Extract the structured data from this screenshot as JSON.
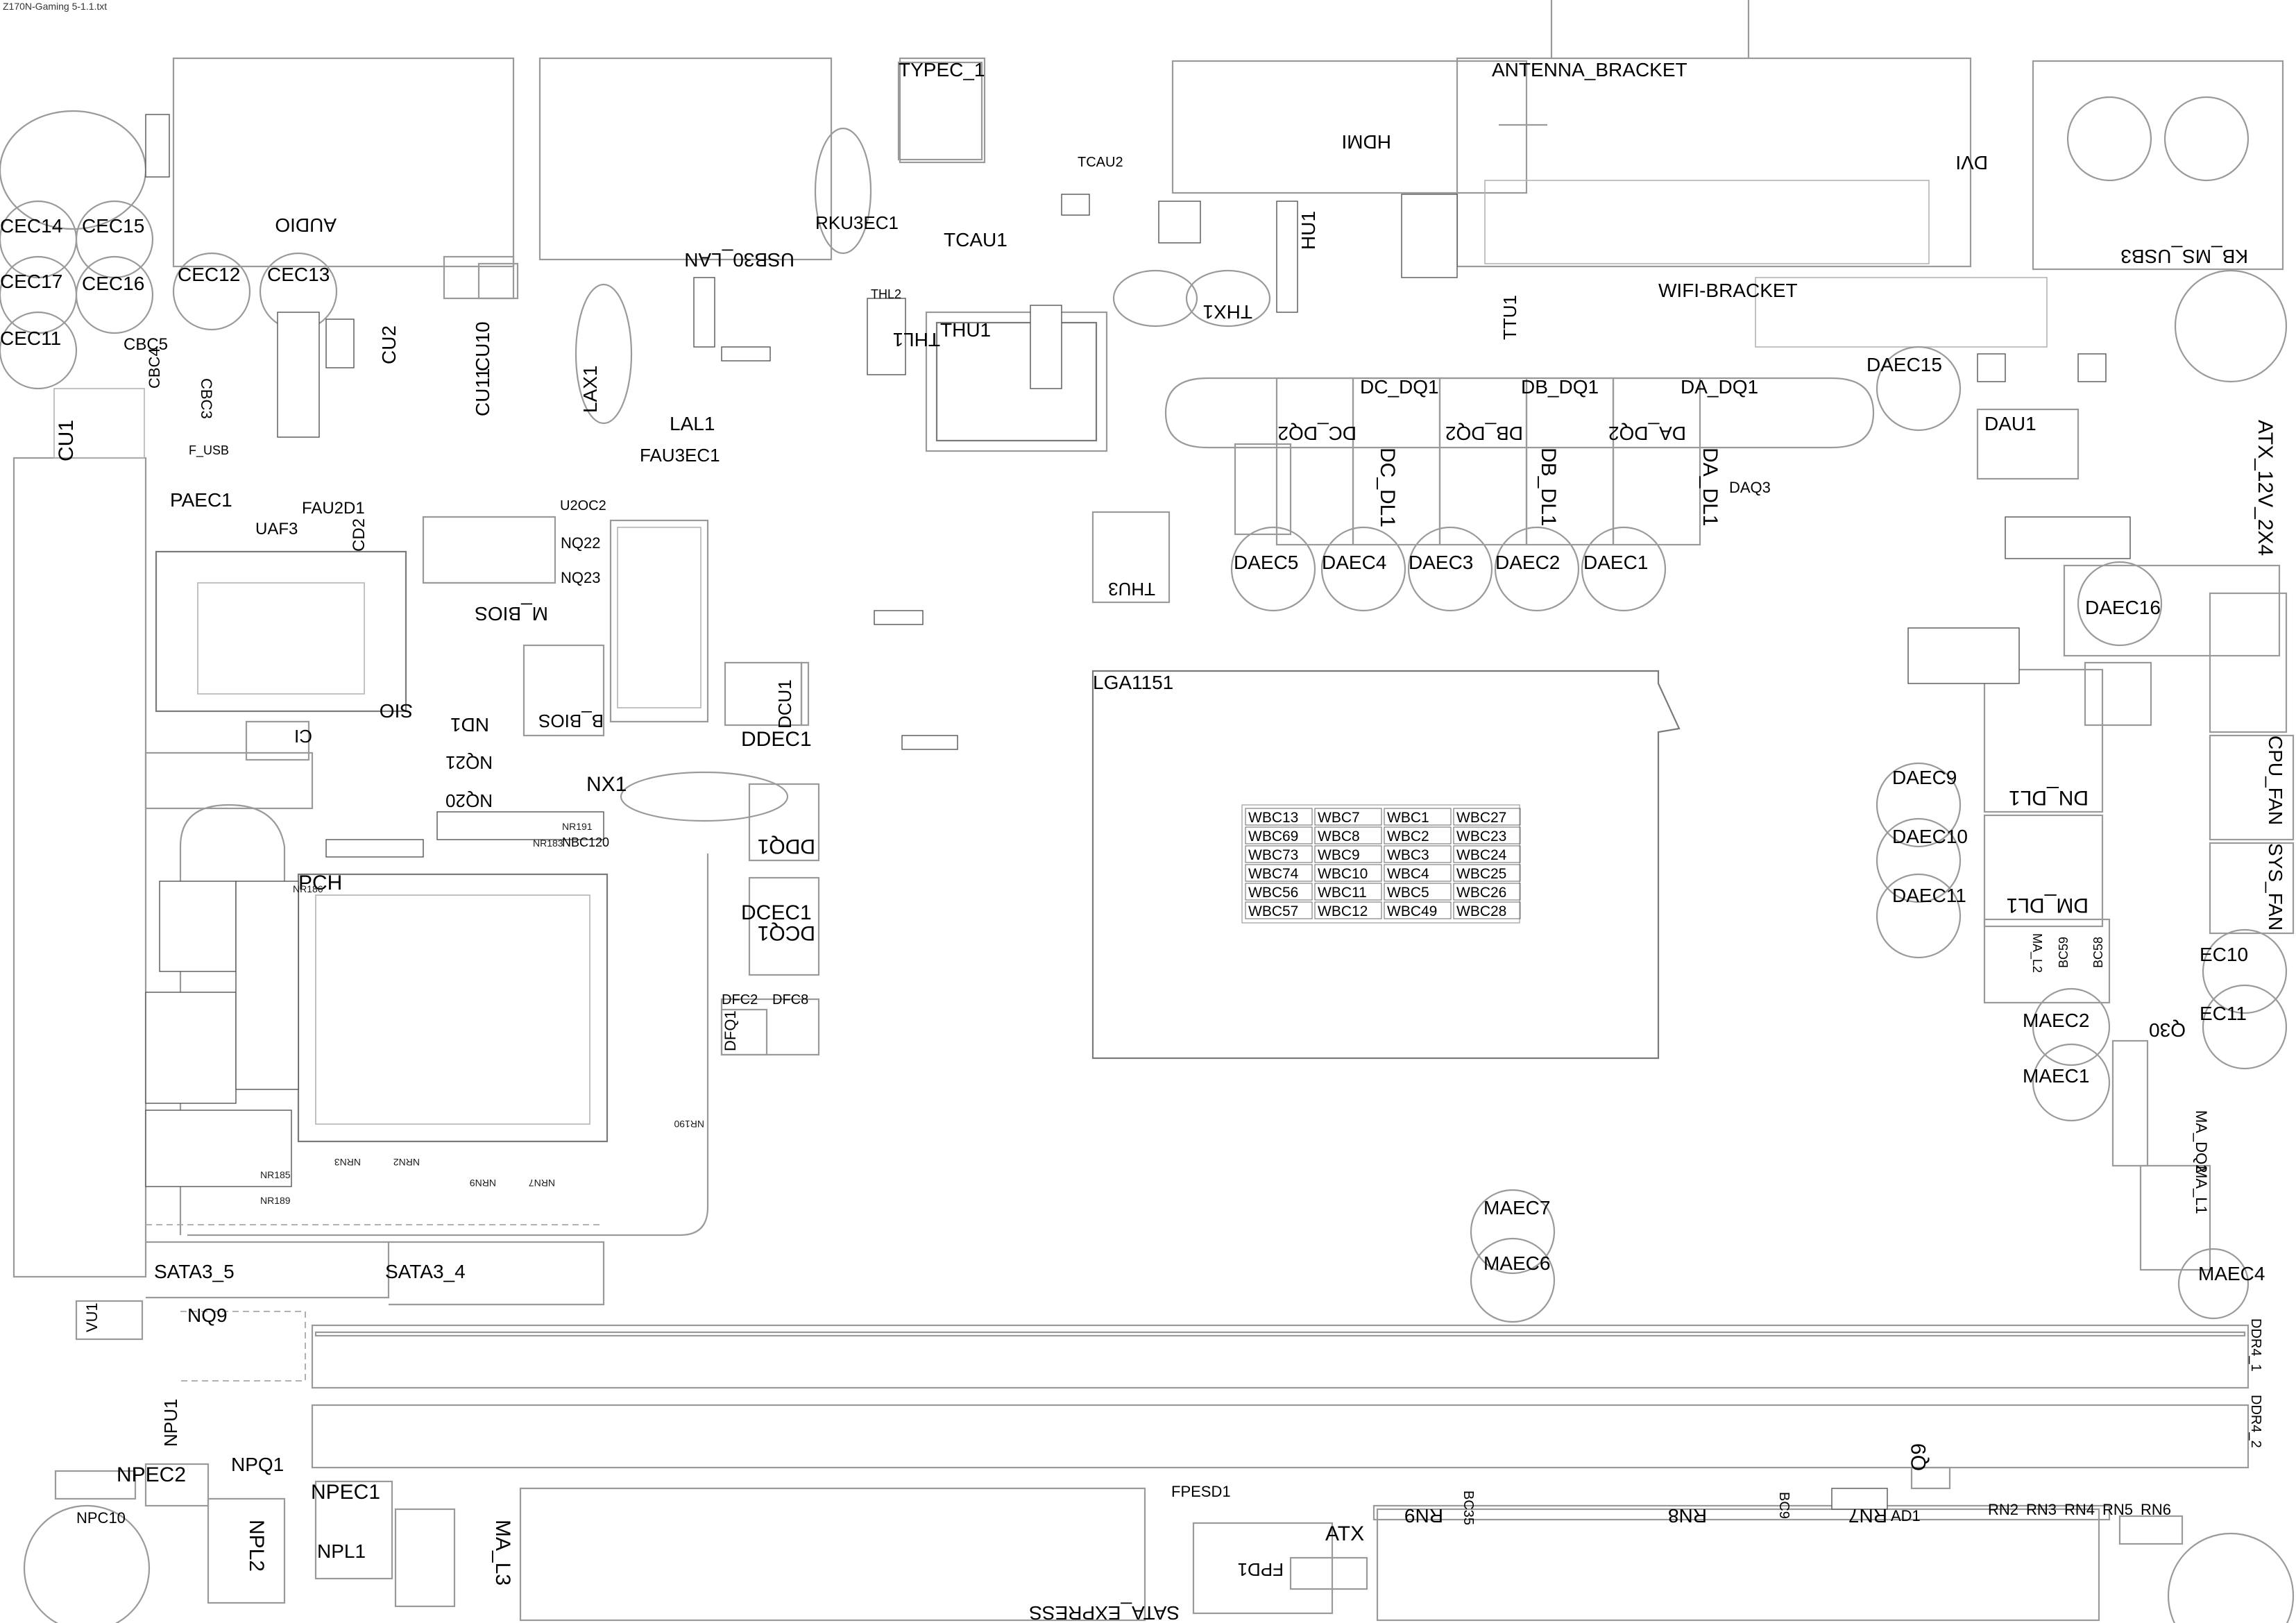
{
  "header": {
    "file_name": "Z170N-Gaming 5-1.1.txt"
  },
  "labels": {
    "typec": "TYPEC_1",
    "antenna": "ANTENNA_BRACKET",
    "hdmi": "HDMI",
    "dvi": "DVI",
    "audio": "AUDIO",
    "usb30_lan": "USB30_LAN",
    "rku3ec1": "RKU3EC1",
    "tcau1": "TCAU1",
    "tcau2": "TCAU2",
    "thu1": "THU1",
    "thl1": "THL1",
    "thl2": "THL2",
    "thx1": "THX1",
    "hu1": "HU1",
    "ttu1": "TTU1",
    "wifi": "WIFI-BRACKET",
    "kb_ms_usb3": "KB_MS_USB3",
    "cec14": "CEC14",
    "cec15": "CEC15",
    "cec17": "CEC17",
    "cec16": "CEC16",
    "cec12": "CEC12",
    "cec13": "CEC13",
    "cec11": "CEC11",
    "cbc5": "CBC5",
    "cbc4": "CBC4",
    "cbc3": "CBC3",
    "cu1": "CU1",
    "cu2": "CU2",
    "cu10": "CU10",
    "cu11": "CU11",
    "lax1": "LAX1",
    "lal1": "LAL1",
    "fau3ec1": "FAU3EC1",
    "f_usb": "F_USB",
    "paec1": "PAEC1",
    "faU2d1": "FAU2D1",
    "uaf3": "UAF3",
    "cd2": "CD2",
    "u2oc2": "U2OC2",
    "nq22": "NQ22",
    "nq23": "NQ23",
    "m_bios": "M_BIOS",
    "b_bios": "B_BIOS",
    "sio": "SIO",
    "nd1": "ND1",
    "ci": "CI",
    "nq21": "NQ21",
    "nq20": "NQ20",
    "nx1": "NX1",
    "nbc120": "NBC120",
    "pch": "PCH",
    "ddec1": "DDEC1",
    "dcu1": "DCU1",
    "ddq1": "DDQ1",
    "dcec1": "DCEC1",
    "dcq1": "DCQ1",
    "dfc2": "DFC2",
    "dfc8": "DFC8",
    "dfq1": "DFQ1",
    "lga": "LGA1151",
    "thu3": "THU3",
    "dc_dq1": "DC_DQ1",
    "db_dq1": "DB_DQ1",
    "da_dq1": "DA_DQ1",
    "dc_dq2": "DC_DQ2",
    "db_dq2": "DB_DQ2",
    "da_dq2": "DA_DQ2",
    "dc_dl1": "DC_DL1",
    "db_dl1": "DB_DL1",
    "da_dl1": "DA_DL1",
    "daq3": "DAQ3",
    "daec5": "DAEC5",
    "daec4": "DAEC4",
    "daec3": "DAEC3",
    "daec2": "DAEC2",
    "daec1": "DAEC1",
    "daec15": "DAEC15",
    "dau1": "DAU1",
    "atx_12v": "ATX_12V_2X4",
    "daec16": "DAEC16",
    "daec9": "DAEC9",
    "daec10": "DAEC10",
    "daec11": "DAEC11",
    "dn_dl1": "DN_DL1",
    "dm_dl1": "DM_DL1",
    "cpu_fan": "CPU_FAN",
    "sys_fan": "SYS_FAN",
    "ec10": "EC10",
    "ec11": "EC11",
    "q30": "Q30",
    "maec2": "MAEC2",
    "maec1": "MAEC1",
    "ma_l1": "MA_L1",
    "ma_dq2": "MA_DQ2",
    "maec7": "MAEC7",
    "maec6": "MAEC6",
    "maec4": "MAEC4",
    "ddr4_1": "DDR4_1",
    "ddr4_2": "DDR4_2",
    "sata3_5": "SATA3_5",
    "sata3_4": "SATA3_4",
    "nq9": "NQ9",
    "vu1": "VU1",
    "npu1": "NPU1",
    "npec2": "NPEC2",
    "npq1": "NPQ1",
    "npec1": "NPEC1",
    "npl1": "NPL1",
    "npl2": "NPL2",
    "npc10": "NPC10",
    "ma_l3": "MA_L3",
    "sata_express": "SATA_EXPRESS",
    "fpesd1": "FPESD1",
    "fpd1": "FPD1",
    "atx": "ATX",
    "rn9": "RN9",
    "bc35": "BC35",
    "rn8": "RN8",
    "bc9": "BC9",
    "rn7": "RN7",
    "ad1": "AD1",
    "q9": "Q9",
    "rn2": "RN2",
    "rn3": "RN3",
    "rn4": "RN4",
    "rn5": "RN5",
    "rn6": "RN6",
    "ma_l2": "MA_L2",
    "bc59": "BC59",
    "bc58": "BC58",
    "nr183": "NR183",
    "nr191": "NR191",
    "nr190": "NR190",
    "nr186": "NR186",
    "nr185": "NR185",
    "nr189": "NR189",
    "nrn3": "NRN3",
    "nrn2": "NRN2",
    "nrn9": "NRN9",
    "nrn7": "NRN7"
  },
  "wbc": {
    "col1": [
      "WBC13",
      "WBC69",
      "WBC73",
      "WBC74",
      "WBC56",
      "WBC57"
    ],
    "col2": [
      "WBC7",
      "WBC8",
      "WBC9",
      "WBC10",
      "WBC11",
      "WBC12"
    ],
    "col3": [
      "WBC1",
      "WBC2",
      "WBC3",
      "WBC4",
      "WBC5",
      "WBC49"
    ],
    "col4": [
      "WBC27",
      "WBC23",
      "WBC24",
      "WBC25",
      "WBC26",
      "WBC28"
    ]
  }
}
